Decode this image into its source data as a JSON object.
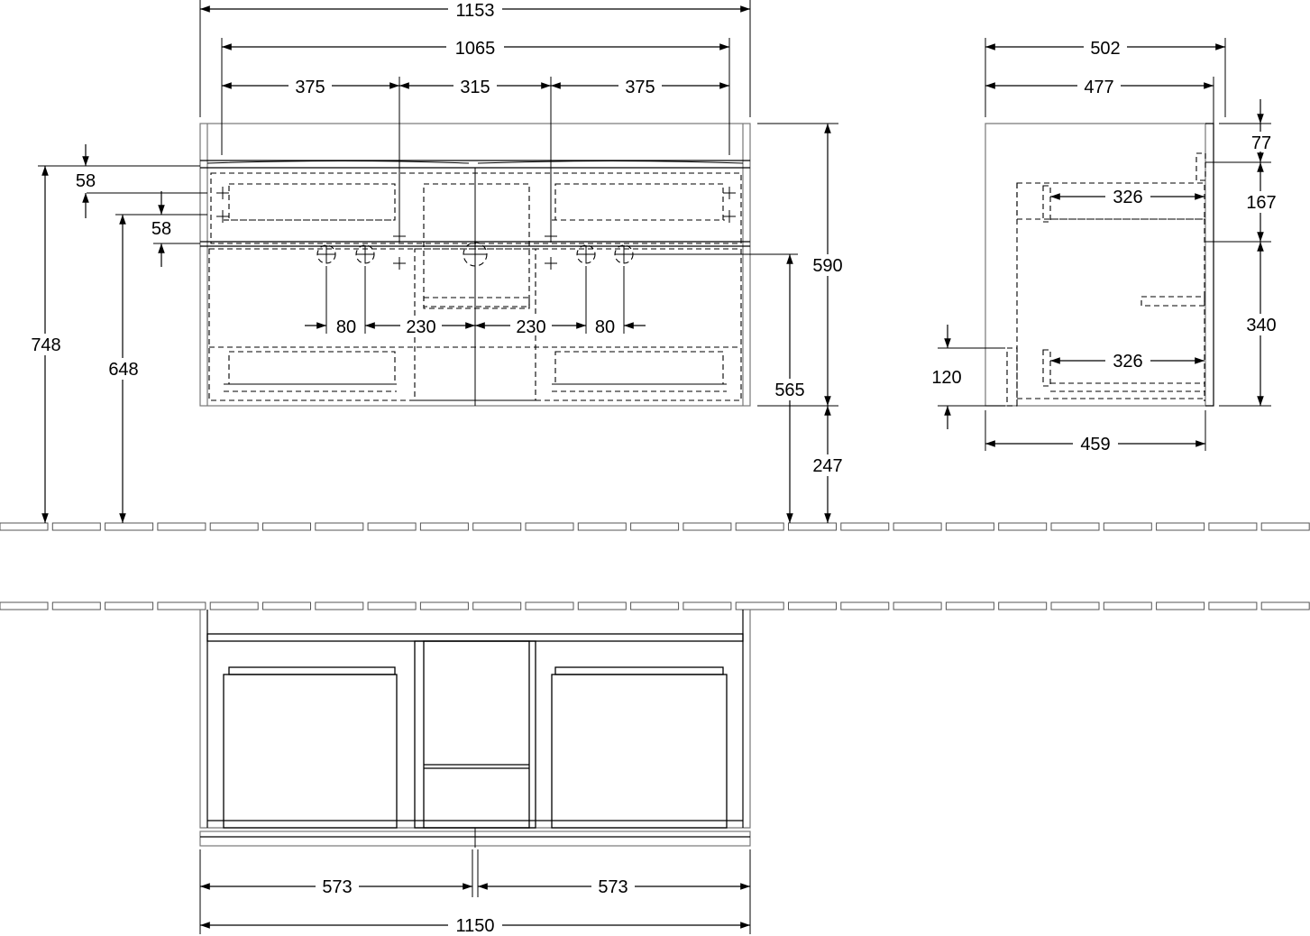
{
  "front_view": {
    "dimensions": {
      "total_width": "1153",
      "basin_width": "1065",
      "left_section": "375",
      "middle_section": "315",
      "right_section": "375",
      "left_height_top": "58",
      "left_height_mid": "58",
      "overall_height": "748",
      "counter_height": "648",
      "tap_spacing_a": "80",
      "tap_spacing_b": "230",
      "tap_spacing_c": "230",
      "tap_spacing_d": "80",
      "right_height": "590",
      "waste_height": "565",
      "floor_clearance": "247"
    }
  },
  "side_view": {
    "dimensions": {
      "depth_outer": "502",
      "depth_inner": "477",
      "top_offset": "77",
      "upper_drawer_height": "167",
      "upper_drawer_depth": "326",
      "lower_drawer_height": "340",
      "lower_drawer_depth": "326",
      "plinth_height": "120",
      "base_depth": "459"
    }
  },
  "plan_view": {
    "dimensions": {
      "left_half": "573",
      "right_half": "573",
      "total_width": "1150"
    }
  }
}
